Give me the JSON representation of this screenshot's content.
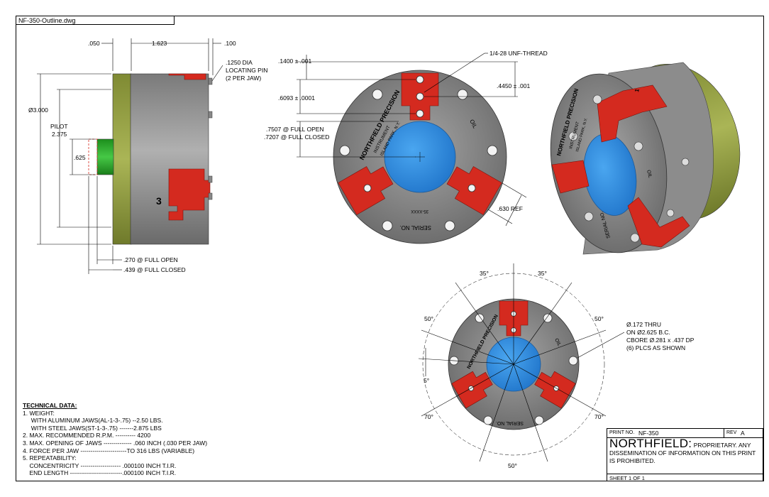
{
  "file_tab": "NF-350-Outline.dwg",
  "side_view": {
    "dim_050": ".050",
    "dim_1623": "1.623",
    "dim_100": ".100",
    "locating_pin": [
      ".1250 DIA",
      "LOCATING PIN",
      "(2 PER JAW)"
    ],
    "diameter": "Ø3.000",
    "pilot": [
      "PILOT",
      "2.375"
    ],
    "dim_625": ".625",
    "jaw_number": "3",
    "open_dim": ".270 @ FULL OPEN",
    "closed_dim": ".439 @ FULL CLOSED"
  },
  "front_view": {
    "thread": "1/4-28 UNF-THREAD",
    "dim_1400": ".1400 ± .001",
    "dim_4450": ".4450 ± .001",
    "dim_6093": ".6093 ± .0001",
    "open_closed": [
      ".7507 @ FULL OPEN",
      ".7207 @ FULL CLOSED"
    ],
    "ref_630": ".630 REF",
    "brand": "NORTHFIELD PRECISION",
    "brand_sub1": "INSTRUMENT",
    "brand_sub2": "ISLAND PARK, N.Y.",
    "oil": "OIL",
    "serial": "SERIAL NO.",
    "serial_num": "35-XXXX"
  },
  "iso_view": {
    "jaw_label": "1",
    "oil": "OIL",
    "serial": "SERIAL NO.",
    "brand": "NORTHFIELD PRECISION",
    "brand_sub1": "INSTRUMENT",
    "brand_sub2": "ISLAND PARK, N.Y."
  },
  "angle_view": {
    "a35l": "35°",
    "a35r": "35°",
    "a50l": "50°",
    "a50r": "50°",
    "a5": "5°",
    "a70l": "70°",
    "a70r": "70°",
    "a50b": "50°",
    "hole_note": [
      "Ø.172 THRU",
      "ON Ø2.625 B.C.",
      "CBORE Ø.281 x .437 DP",
      "(6) PLCS AS SHOWN"
    ],
    "brand": "NORTHFIELD PRECISION",
    "oil": "OIL",
    "serial": "SERIAL NO."
  },
  "technical_data": {
    "header": "TECHNICAL DATA:",
    "lines": [
      "1. WEIGHT:",
      "     WITH ALUMINUM JAWS(AL-1-3-.75) --2.50 LBS.",
      "     WITH STEEL JAWS(ST-1-3-.75) -------2.875 LBS",
      "2. MAX. RECOMMENDED R.P.M. ---------- 4200",
      "3. MAX. OPENING OF JAWS -------------- .060 INCH (.030 PER JAW)",
      "4. FORCE PER JAW -----------------------TO 316 LBS (VARIABLE)",
      "5. REPEATABILITY:",
      "    CONCENTRICITY -------------------- .000100 INCH T.I.R.",
      "    END LENGTH --------------------------.000100 INCH T.I.R."
    ]
  },
  "title_block": {
    "print_no_label": "PRINT NO.",
    "print_no": "NF-350",
    "rev_label": "REV",
    "rev": "A",
    "company": "NORTHFIELD:",
    "notice": " PROPRIETARY. ANY DISSEMINATION OF INFORMATION ON THIS PRINT IS PROHIBITED.",
    "sheet": "SHEET 1  OF 1"
  },
  "colors": {
    "body_gray": "#8a8a8a",
    "jaw_red": "#d42a1f",
    "bore_blue": "#2f8fe0",
    "face_olive": "#9aa545",
    "pilot_green": "#2fae2f"
  }
}
